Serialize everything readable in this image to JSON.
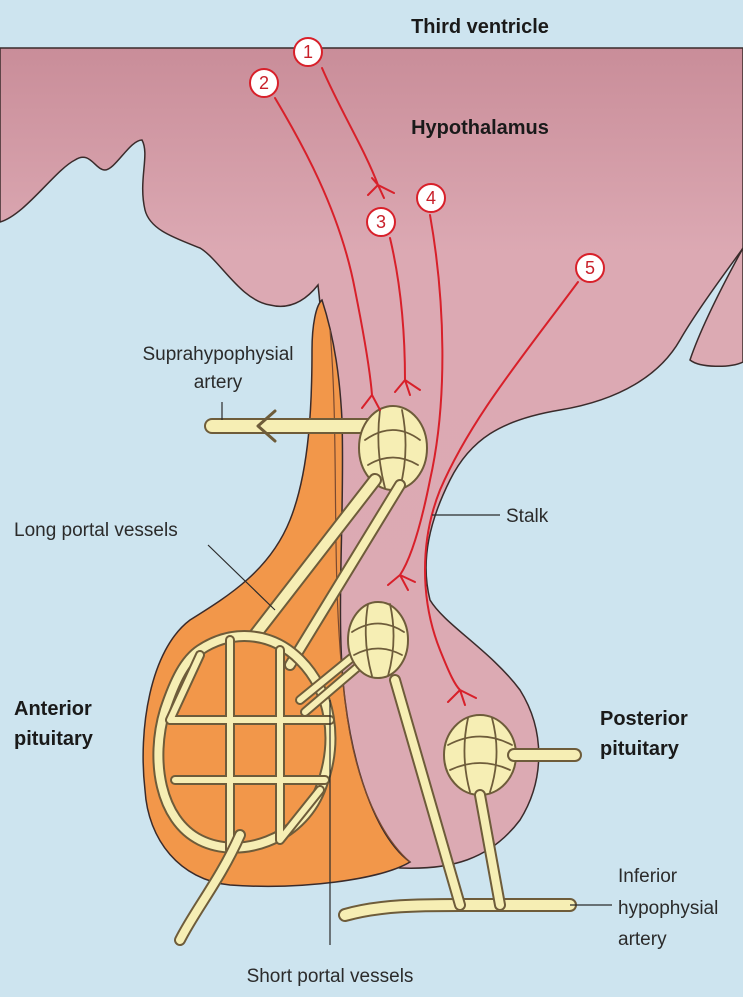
{
  "labels": {
    "third_ventricle": "Third ventricle",
    "hypothalamus": "Hypothalamus",
    "suprahypophysial_line1": "Suprahypophysial",
    "suprahypophysial_line2": "artery",
    "long_portal": "Long portal vessels",
    "stalk": "Stalk",
    "anterior_line1": "Anterior",
    "anterior_line2": "pituitary",
    "posterior_line1": "Posterior",
    "posterior_line2": "pituitary",
    "inferior_line1": "Inferior",
    "inferior_line2": "hypophysial",
    "inferior_line3": "artery",
    "short_portal": "Short portal vessels"
  },
  "neurons": [
    "1",
    "2",
    "3",
    "4",
    "5"
  ],
  "colors": {
    "background": "#cde4ef",
    "hypothalamus": "#d9a3ae",
    "anterior": "#f2974a",
    "vessel": "#f6eeb4",
    "nerve": "#d8202a"
  }
}
